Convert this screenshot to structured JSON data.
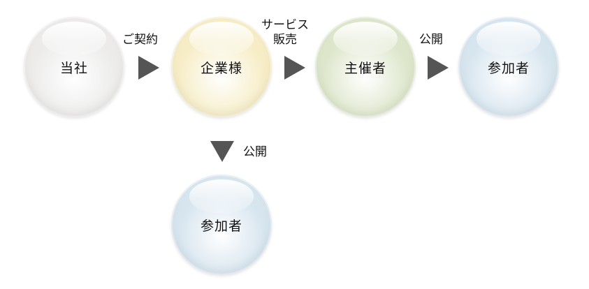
{
  "nodes": [
    {
      "id": "company",
      "label": "当社",
      "color": "#ecebea"
    },
    {
      "id": "enterprise",
      "label": "企業様",
      "color": "#f6edc6"
    },
    {
      "id": "organizer",
      "label": "主催者",
      "color": "#dde6cb"
    },
    {
      "id": "participant_right",
      "label": "参加者",
      "color": "#d7e5ef"
    },
    {
      "id": "participant_bottom",
      "label": "参加者",
      "color": "#d7e5ef"
    }
  ],
  "edges": [
    {
      "from": "company",
      "to": "enterprise",
      "label": "ご契約"
    },
    {
      "from": "enterprise",
      "to": "organizer",
      "label_line1": "サービス",
      "label_line2": "販売"
    },
    {
      "from": "organizer",
      "to": "participant_right",
      "label": "公開"
    },
    {
      "from": "enterprise",
      "to": "participant_bottom",
      "label": "公開"
    }
  ],
  "colors": {
    "arrow": "#555555",
    "text": "#111111"
  }
}
